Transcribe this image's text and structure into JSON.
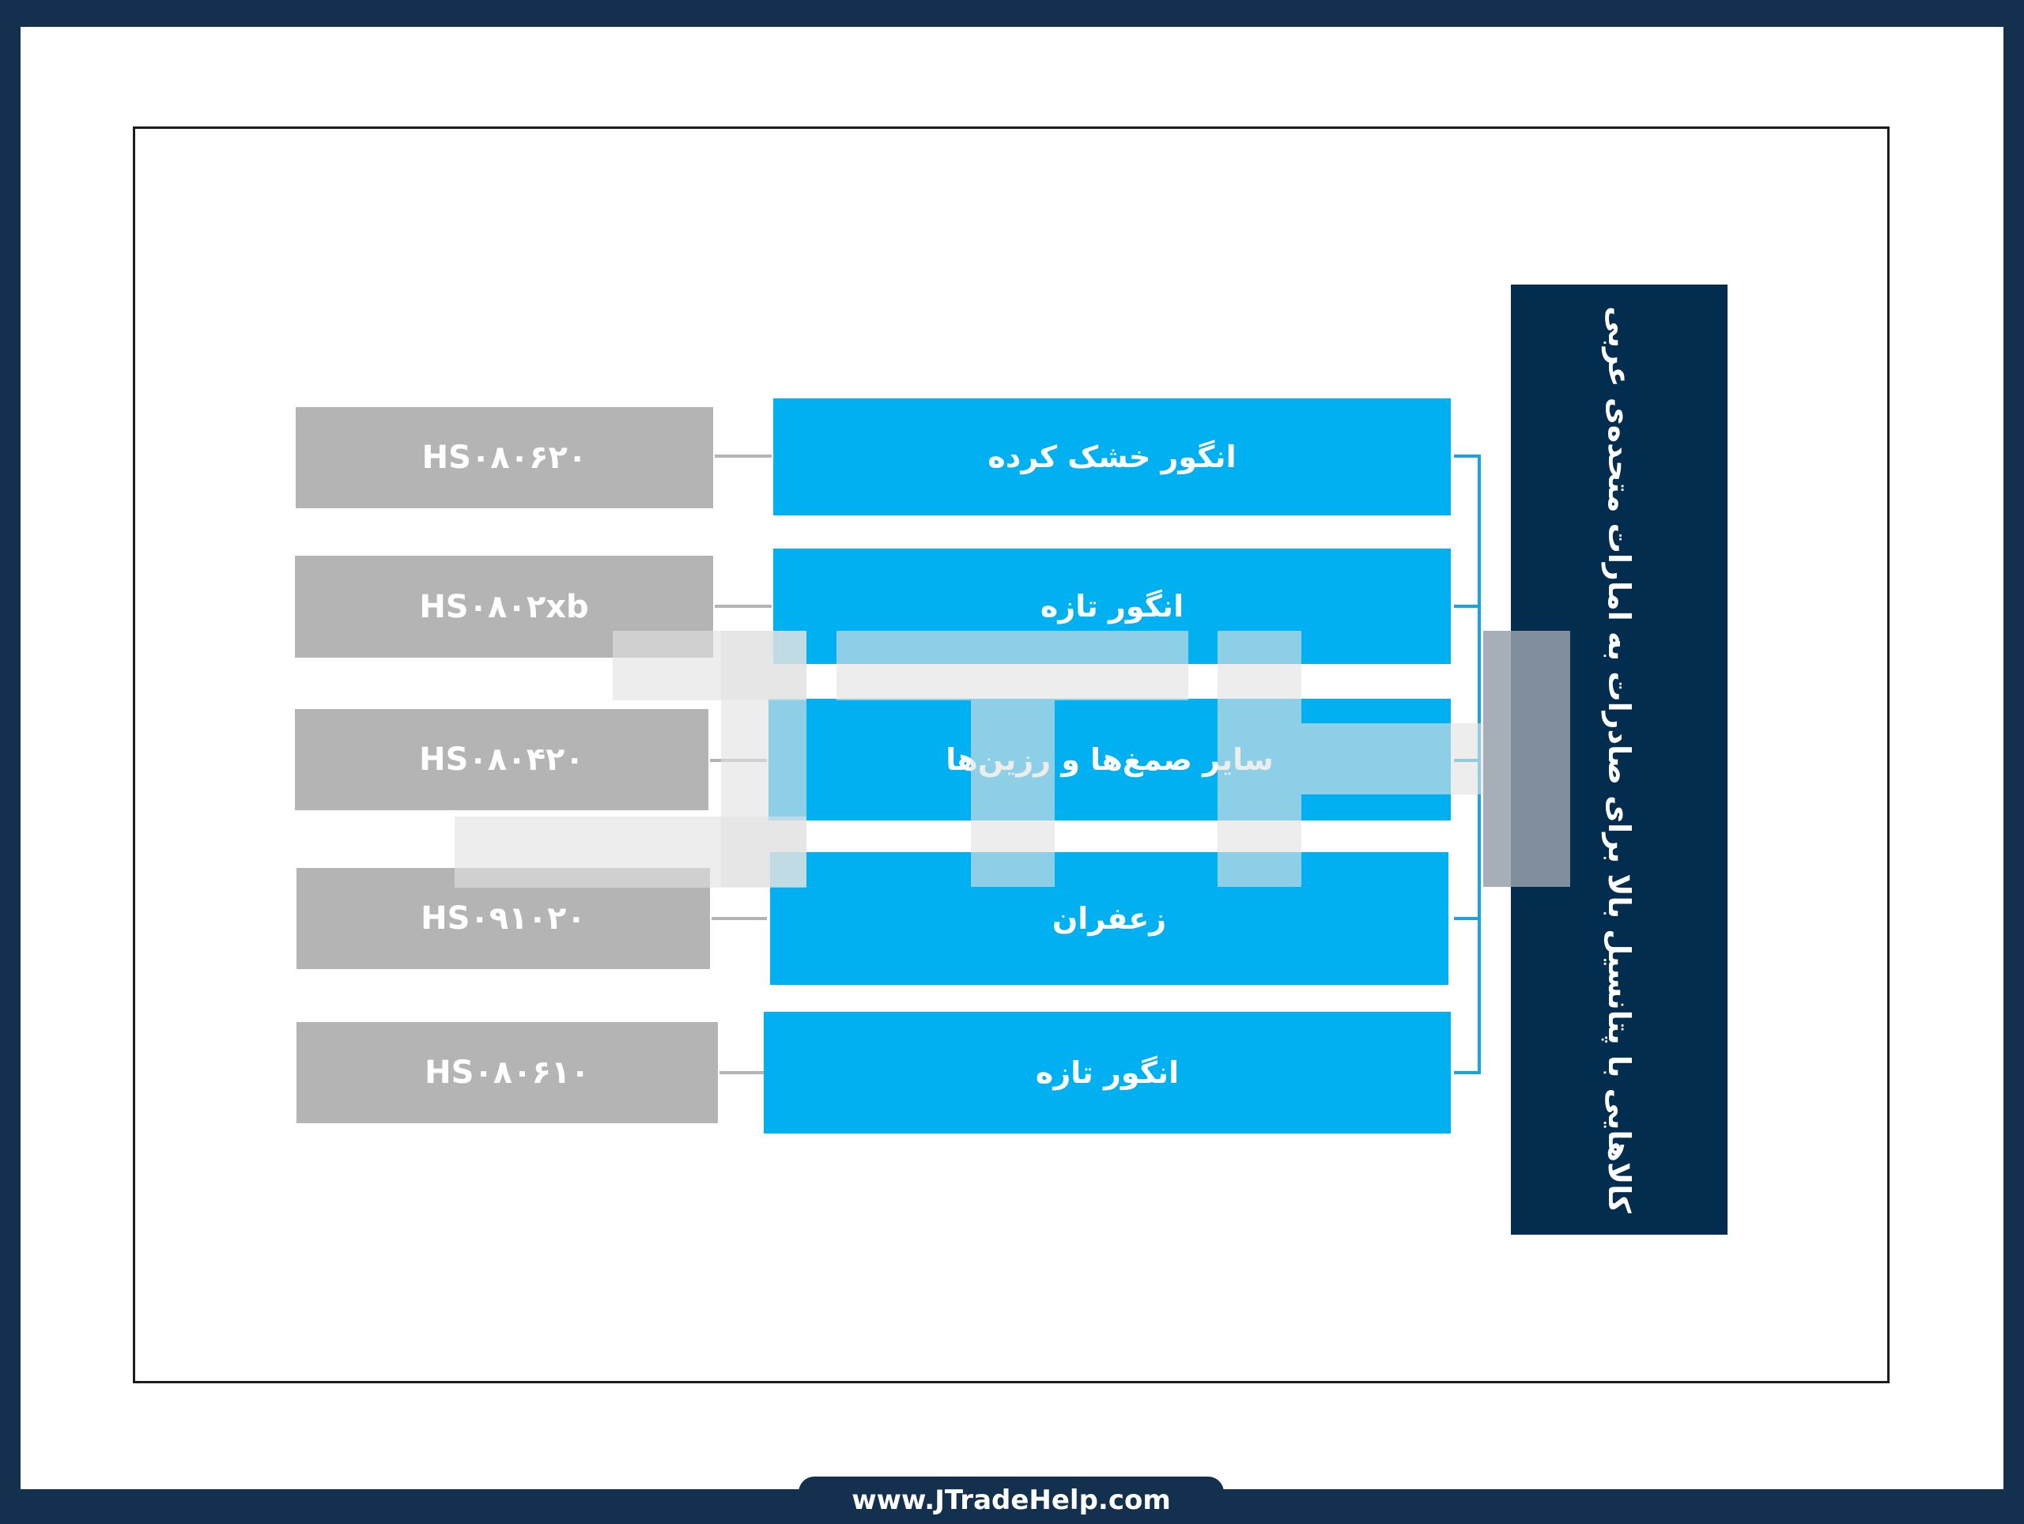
{
  "title": "کالاهایی با پتانسیل بالا برای صادرات به امارات متحده‌ی عربی",
  "categories": [
    {
      "label": "انگور خشک کرده",
      "code": "HS۰۸۰۶۲۰"
    },
    {
      "label": "انگور تازه",
      "code": "HS۰۸۰۲xb"
    },
    {
      "label": "سایر صمغ‌ها و رزین‌ها",
      "code": "HS۰۸۰۴۲۰"
    },
    {
      "label": "زعفران",
      "code": "HS۰۹۱۰۲۰"
    },
    {
      "label": "انگور تازه",
      "code": "HS۰۸۰۶۱۰"
    }
  ],
  "footer": {
    "url": "www.JTradeHelp.com"
  },
  "colors": {
    "frame": "#14304f",
    "title_box": "#032d4f",
    "category": "#00b0f0",
    "code": "#b4b4b4",
    "bracket": "#1aa3e0"
  }
}
